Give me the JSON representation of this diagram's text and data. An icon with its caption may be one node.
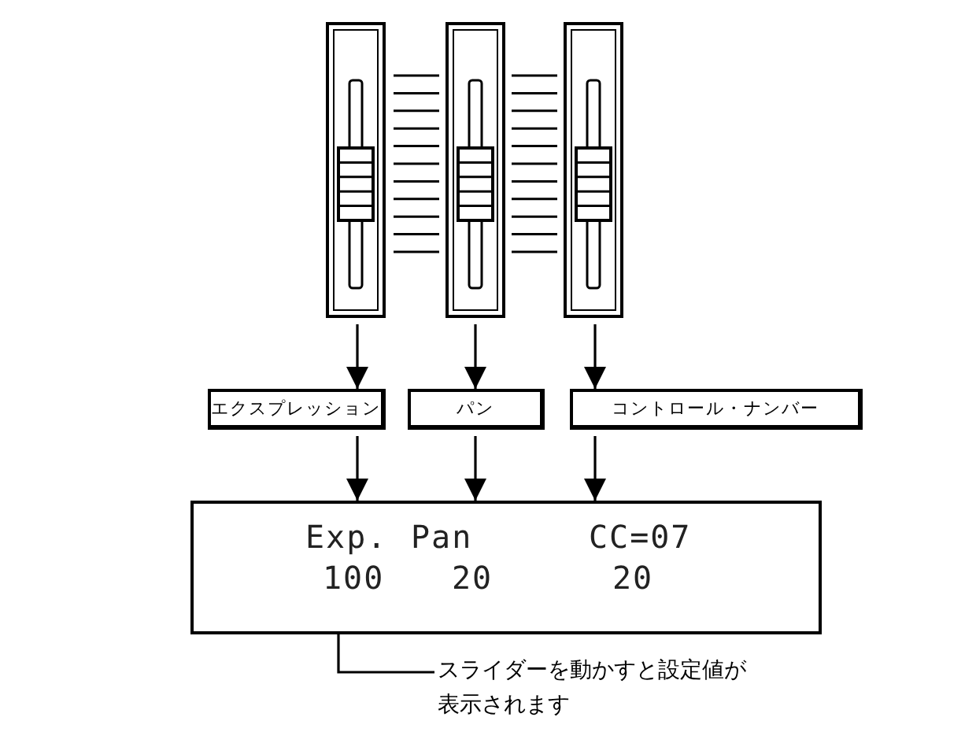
{
  "diagram": {
    "nodes": [
      {
        "text": [],
        "shape": "slider"
      },
      {
        "text": [],
        "shape": "slider"
      },
      {
        "text": [],
        "shape": "slider"
      },
      {
        "text": [
          "エクスプレッション"
        ]
      },
      {
        "text": [
          "パン"
        ]
      },
      {
        "text": [
          "コントロール・ナンバー"
        ]
      },
      {
        "text": [],
        "shape": "box"
      },
      {
        "text": [
          "Exp."
        ],
        "in": 6
      },
      {
        "text": [
          "Pan"
        ],
        "in": 6
      },
      {
        "text": [
          "CC=07"
        ],
        "in": 6
      },
      {
        "text": [
          "100"
        ],
        "in": 6
      },
      {
        "text": [
          "20"
        ],
        "in": 6
      },
      {
        "text": [
          "20"
        ],
        "in": 6
      },
      {
        "text": [
          "スライダーを動かすと設定値が表示されます"
        ]
      }
    ],
    "edges": [
      {
        "from": 0,
        "to": 3,
        "arrow": "to"
      },
      {
        "from": 1,
        "to": 4,
        "arrow": "to"
      },
      {
        "from": 2,
        "to": 5,
        "arrow": "to"
      },
      {
        "from": 3,
        "to": 6,
        "arrow": "to"
      },
      {
        "from": 4,
        "to": 6,
        "arrow": "to"
      },
      {
        "from": 5,
        "to": 6,
        "arrow": "to"
      },
      {
        "from": 13,
        "to": 10,
        "arrow": "to"
      }
    ]
  }
}
